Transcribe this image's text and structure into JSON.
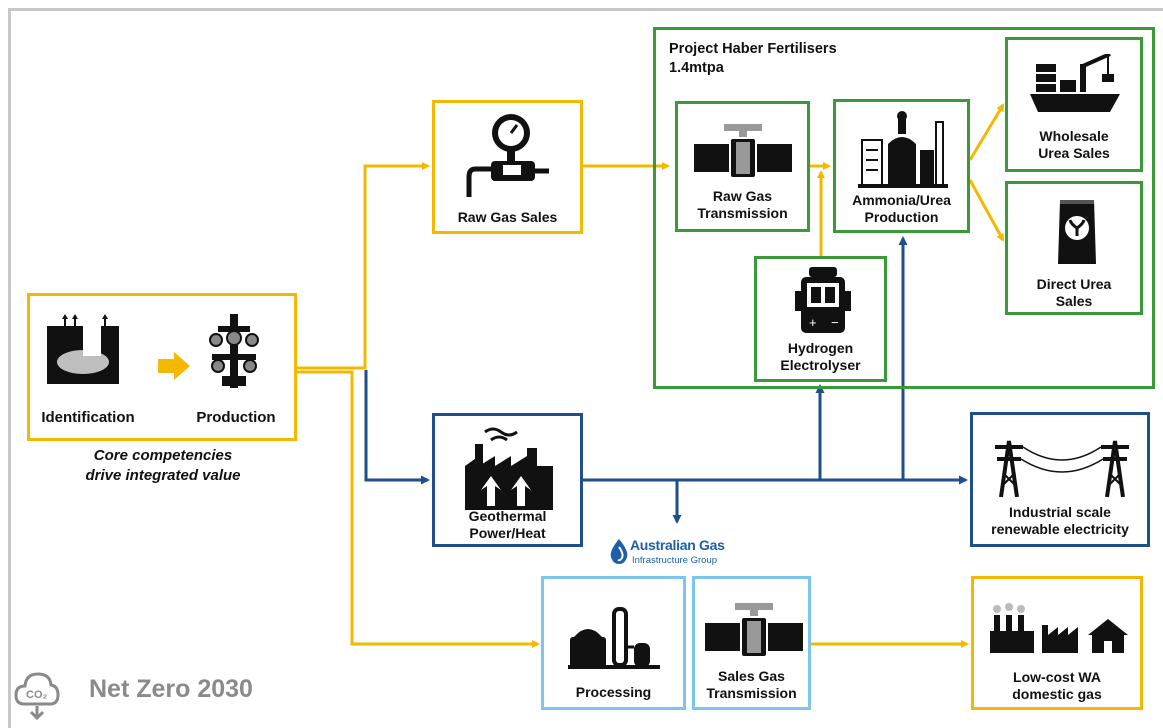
{
  "core": {
    "identification_label": "Identification",
    "production_label": "Production",
    "tagline_line1": "Core competencies",
    "tagline_line2": "drive integrated value"
  },
  "nodes": {
    "raw_gas_sales": "Raw Gas Sales",
    "raw_gas_transmission": [
      "Raw Gas",
      "Transmission"
    ],
    "ammonia_urea_production": [
      "Ammonia/Urea",
      "Production"
    ],
    "hydrogen_electrolyser": [
      "Hydrogen",
      "Electrolyser"
    ],
    "wholesale_urea_sales": [
      "Wholesale",
      "Urea Sales"
    ],
    "direct_urea_sales": [
      "Direct Urea",
      "Sales"
    ],
    "geothermal": [
      "Geothermal",
      "Power/Heat"
    ],
    "industrial_electricity": [
      "Industrial scale",
      "renewable electricity"
    ],
    "processing": "Processing",
    "sales_gas_transmission": [
      "Sales Gas",
      "Transmission"
    ],
    "domestic_gas": [
      "Low-cost WA",
      "domestic gas"
    ]
  },
  "project": {
    "title_line1": "Project Haber Fertilisers",
    "title_line2": "1.4mtpa"
  },
  "agig": {
    "name": "Australian Gas",
    "sub": "Infrastructure Group"
  },
  "footer": {
    "netzero": "Net Zero 2030",
    "co2_symbol": "CO₂"
  },
  "colors": {
    "yellow": "#f5b800",
    "green": "#3a9a3a",
    "dark_blue": "#1f4e8a",
    "light_blue": "#7cc6ee",
    "grey": "#8a8a8a"
  }
}
